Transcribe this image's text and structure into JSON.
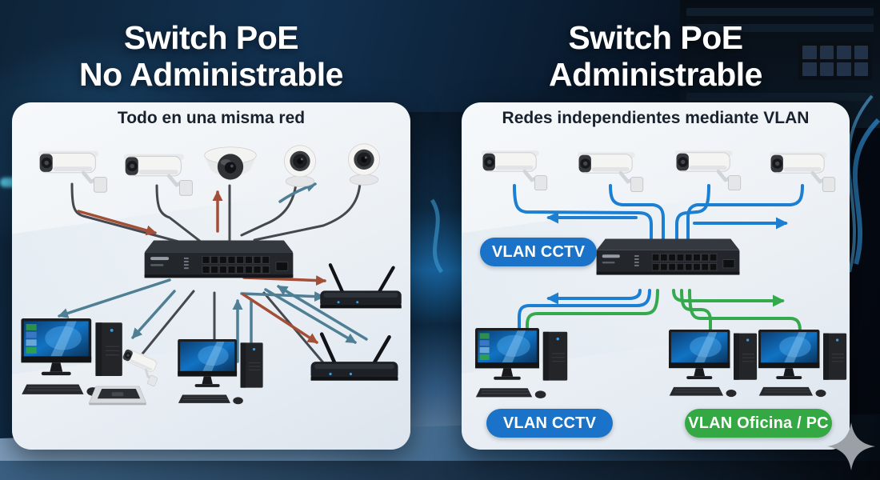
{
  "left_panel": {
    "title_line1": "Switch PoE",
    "title_line2": "No Administrable",
    "subtitle": "Todo en una misma red",
    "devices": {
      "cameras": [
        "bullet-camera",
        "bullet-camera",
        "dome-camera",
        "turret-camera",
        "turret-camera"
      ],
      "switch": "poe-switch-16-port",
      "computers": [
        "desktop-pc-monitoring",
        "desktop-pc"
      ],
      "routers": [
        "wifi-router",
        "wifi-router"
      ],
      "extras": [
        "mini-bullet-camera",
        "paging-console"
      ]
    }
  },
  "right_panel": {
    "title_line1": "Switch PoE",
    "title_line2": "Administrable",
    "subtitle": "Redes independientes mediante VLAN",
    "vlan_cctv_mid_label": "VLAN CCTV",
    "vlan_cctv_bottom_label": "VLAN CCTV",
    "vlan_office_bottom_label": "VLAN Oficina / PC",
    "devices": {
      "cameras": [
        "bullet-camera",
        "bullet-camera",
        "bullet-camera",
        "bullet-camera"
      ],
      "switch": "poe-switch-16-port",
      "computers": [
        "desktop-pc-monitoring",
        "desktop-pc",
        "desktop-pc"
      ]
    }
  },
  "colors": {
    "vlan_cctv_blue": "#1a73c8",
    "vlan_office_green": "#34a843",
    "line_blue": "#1d7fd1",
    "line_green": "#35a94d",
    "arrow_red": "#a34e36",
    "arrow_teal": "#4f7f94",
    "cable_gray": "#45494f"
  }
}
